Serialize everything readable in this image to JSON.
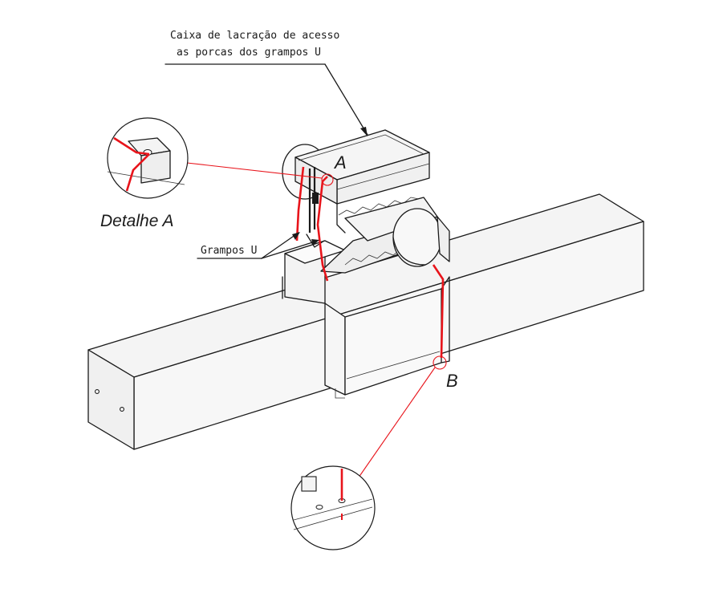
{
  "labels": {
    "callout_line1": "Caixa de lacração de acesso",
    "callout_line2": "as porcas dos grampos U",
    "detail_a": "Detalhe A",
    "point_a": "A",
    "point_b": "B",
    "clamps": "Grampos U"
  },
  "colors": {
    "line": "#1a1a1a",
    "seal_wire": "#e8141b",
    "background": "#ffffff"
  }
}
